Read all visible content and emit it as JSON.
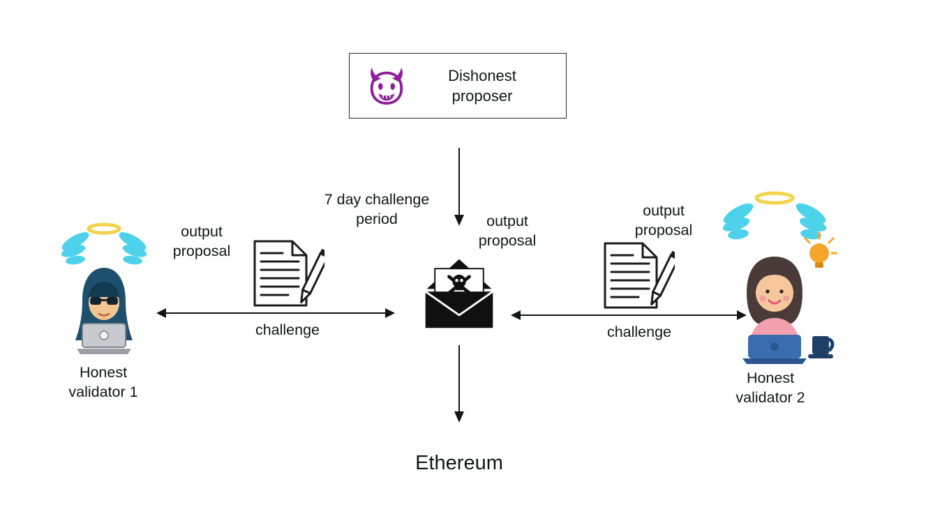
{
  "page": {
    "background": "#ffffff"
  },
  "colors": {
    "text": "#111418",
    "arrow": "#111418",
    "devil": "#8e1f9c",
    "halo": "#f2d44c",
    "wings": "#4ed2ec",
    "hood": "#1d4f6e",
    "skin": "#f3c690",
    "hair": "#4a3a38",
    "blouse": "#f2a0ae",
    "laptop_blue": "#3a6db0",
    "laptop_gray": "#c7cbd0",
    "lightbulb": "#f4a62a",
    "mug": "#1e3f66",
    "envelope": "#101010"
  },
  "nodes": {
    "proposer": {
      "label": "Dishonest\nproposer",
      "icon": "devil-icon"
    },
    "rollup_output": {
      "icon": "envelope-skull-icon"
    },
    "validator1": {
      "label": "Honest\nvalidator 1",
      "icon": "hooded-validator-icon"
    },
    "validator2": {
      "label": "Honest\nvalidator 2",
      "icon": "woman-validator-icon"
    },
    "ethereum": {
      "label": "Ethereum"
    }
  },
  "labels": {
    "challenge_period": "7 day challenge\nperiod",
    "output_proposal_left": "output\nproposal",
    "output_proposal_center": "output\nproposal",
    "output_proposal_right": "output\nproposal",
    "challenge_left": "challenge",
    "challenge_right": "challenge"
  },
  "icons": {
    "devil": "devil-icon",
    "envelope_skull": "envelope-skull-icon",
    "document_pencil": "document-pencil-icon",
    "halo": "halo-icon",
    "angel_wings": "angel-wings-icon",
    "laptop": "laptop-icon",
    "lightbulb": "lightbulb-icon",
    "coffee_mug": "coffee-mug-icon",
    "skull": "skull-crossbones-icon"
  }
}
